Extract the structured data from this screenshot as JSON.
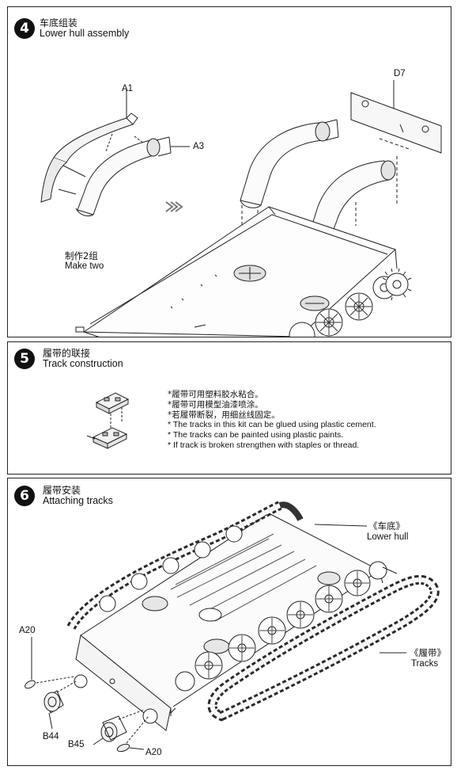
{
  "steps": [
    {
      "number": "4",
      "title_zh": "车底组装",
      "title_en": "Lower hull assembly",
      "parts": [
        "A1",
        "A3",
        "D7"
      ],
      "note_zh": "制作2组",
      "note_en": "Make two"
    },
    {
      "number": "5",
      "title_zh": "履带的联接",
      "title_en": "Track construction",
      "notes": [
        "*履带可用塑料胶水粘合。",
        "*履带可用模型油漆喷涂。",
        "*若履带断裂，用细丝线固定。",
        "* The tracks in this kit can be glued using plastic cement.",
        "* The tracks can be painted using plastic paints.",
        "*  If track is broken strengthen with staples or thread."
      ]
    },
    {
      "number": "6",
      "title_zh": "履带安装",
      "title_en": "Attaching tracks",
      "lower_hull_zh": "《车底》",
      "lower_hull_en": "Lower hull",
      "tracks_zh": "《履带》",
      "tracks_en": "Tracks",
      "parts": [
        "A20",
        "B44",
        "B45",
        "A20"
      ]
    }
  ]
}
